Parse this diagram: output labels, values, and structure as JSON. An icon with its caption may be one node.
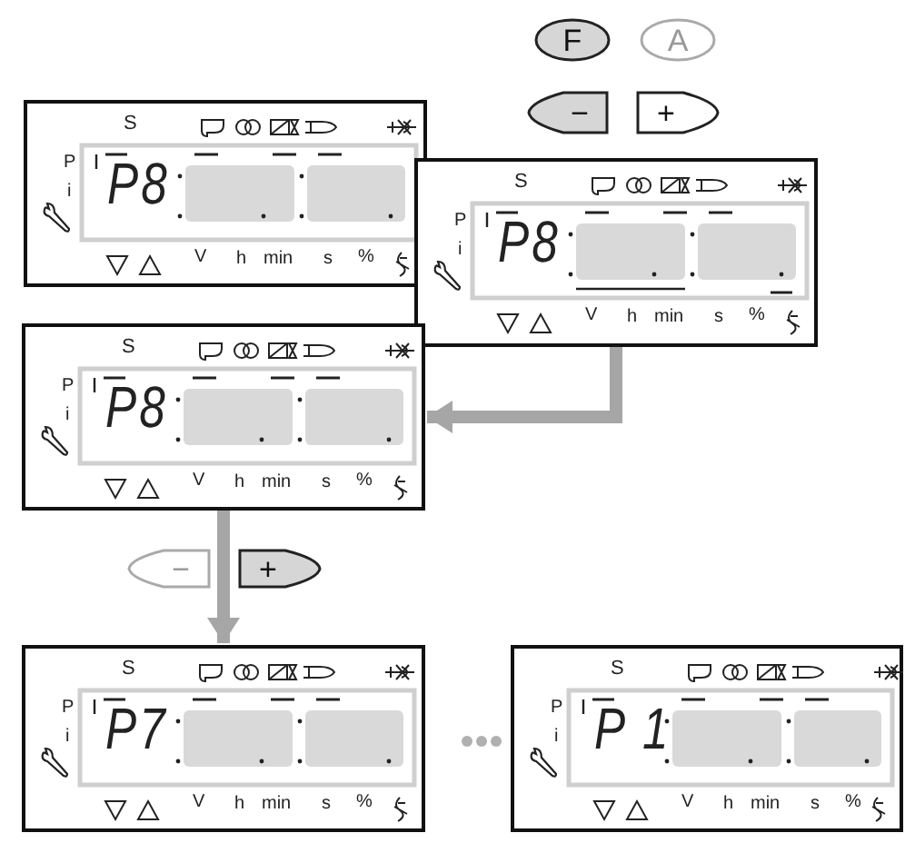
{
  "diagram": {
    "nodes": [
      {
        "text": [
          "F"
        ]
      },
      {
        "text": [
          "A"
        ]
      },
      {
        "text": [
          "−"
        ]
      },
      {
        "text": [
          "+"
        ]
      },
      {
        "text": [
          "S",
          "P",
          "i",
          "P8",
          "V",
          "h",
          "min",
          "s",
          "%"
        ]
      },
      {
        "text": [
          "S",
          "P",
          "i",
          "P8",
          "V",
          "h",
          "min",
          "s",
          "%"
        ]
      },
      {
        "text": [
          "S",
          "P",
          "i",
          "P8",
          "V",
          "h",
          "min",
          "s",
          "%"
        ]
      },
      {
        "text": [
          "−"
        ]
      },
      {
        "text": [
          "+"
        ]
      },
      {
        "text": [
          "S",
          "P",
          "i",
          "P7",
          "V",
          "h",
          "min",
          "s",
          "%"
        ]
      },
      {
        "text": [
          "S",
          "P",
          "i",
          "P 1",
          "V",
          "h",
          "min",
          "s",
          "%"
        ]
      }
    ],
    "edges": [
      {
        "from": 5,
        "to": 6,
        "arrow": "to"
      },
      {
        "from": 6,
        "to": 9,
        "arrow": "to"
      }
    ]
  }
}
